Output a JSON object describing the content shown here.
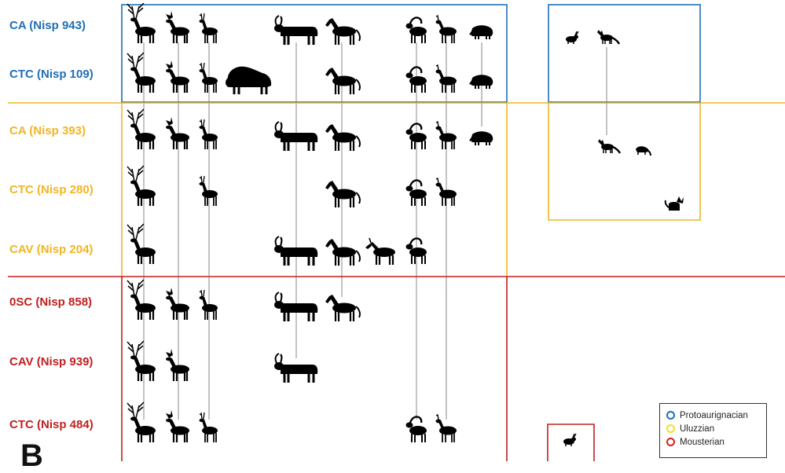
{
  "colors": {
    "protoaurignacian": "#1f6fb5",
    "uluzzian": "#f2b522",
    "mousterian": "#c11f1f",
    "connector": "#8a8a8a"
  },
  "rows": [
    {
      "label": "CA (Nisp 943)",
      "group": "protoaurignacian"
    },
    {
      "label": "CTC (Nisp 109)",
      "group": "protoaurignacian"
    },
    {
      "label": "CA (Nisp 393)",
      "group": "uluzzian"
    },
    {
      "label": "CTC (Nisp 280)",
      "group": "uluzzian"
    },
    {
      "label": "CAV (Nisp 204)",
      "group": "uluzzian"
    },
    {
      "label": "0SC (Nisp 858)",
      "group": "mousterian"
    },
    {
      "label": "CAV (Nisp 939)",
      "group": "mousterian"
    },
    {
      "label": "CTC (Nisp 484)",
      "group": "mousterian"
    }
  ],
  "legend": [
    {
      "label": "Protoaurignacian",
      "group": "protoaurignacian"
    },
    {
      "label": "Uluzzian",
      "group": "uluzzian"
    },
    {
      "label": "Mousterian",
      "group": "mousterian"
    }
  ],
  "partial_letter": "B",
  "taxa": {
    "red_deer": "red-deer-icon",
    "fallow_deer": "fallow-deer-icon",
    "roe_deer": "roe-deer-icon",
    "bison": "bison-icon",
    "aurochs": "aurochs-icon",
    "horse": "horse-icon",
    "ass": "ass-icon",
    "ibex": "ibex-icon",
    "chamois": "chamois-icon",
    "boar": "boar-icon",
    "hare": "hare-icon",
    "fox": "fox-icon",
    "mustelid": "mustelid-icon",
    "wildcat": "wildcat-icon"
  }
}
